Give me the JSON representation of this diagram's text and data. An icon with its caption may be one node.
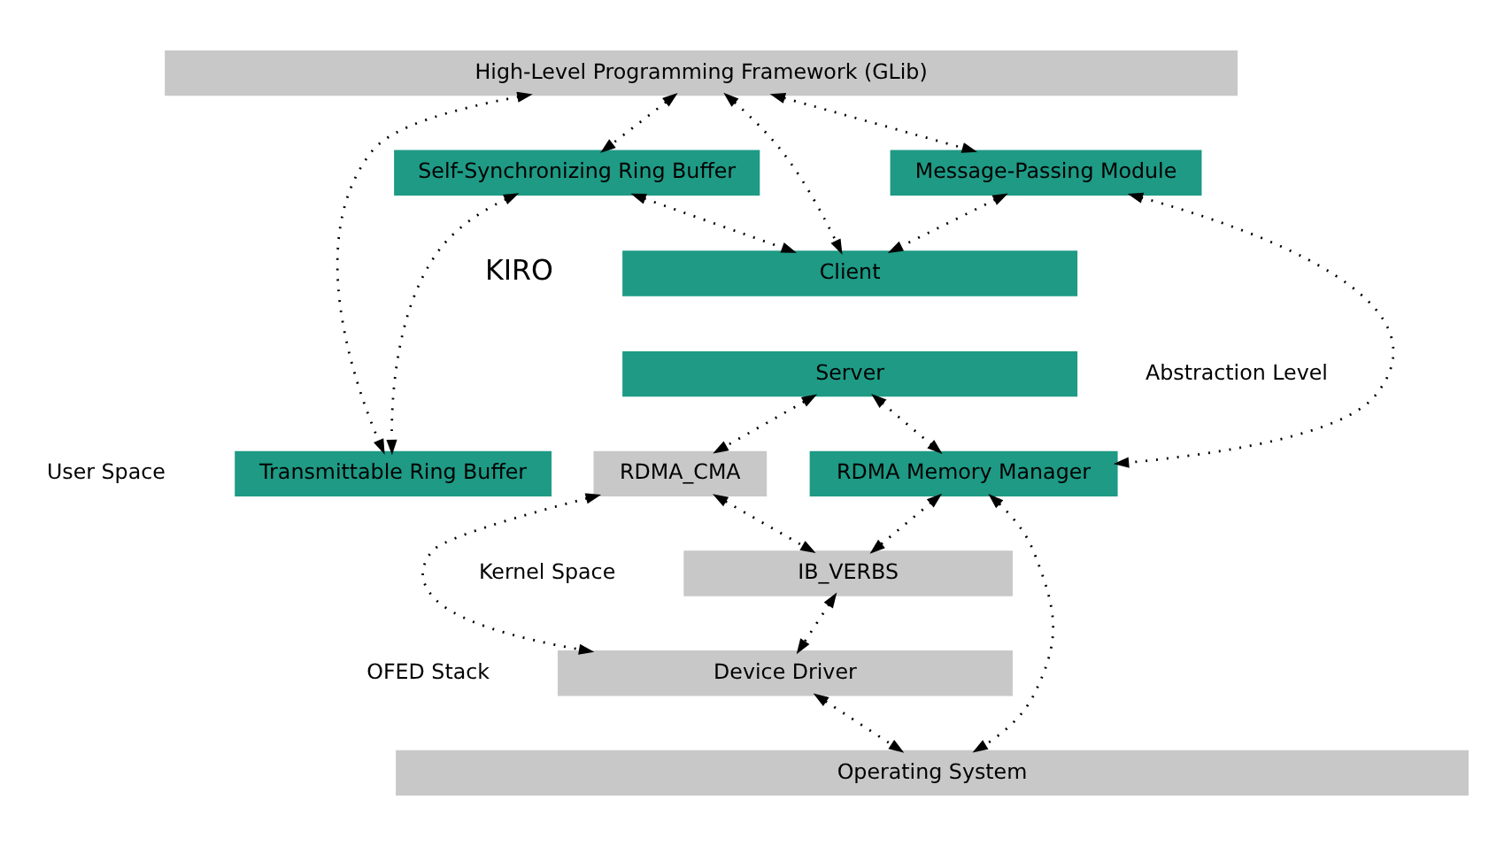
{
  "diagram": {
    "nodes": [
      {
        "text": [
          "High-Level Programming Framework (GLib)"
        ]
      },
      {
        "text": [
          "Self-Synchronizing Ring Buffer"
        ]
      },
      {
        "text": [
          "Message-Passing Module"
        ]
      },
      {
        "text": [
          "Client"
        ]
      },
      {
        "text": [
          "Server"
        ]
      },
      {
        "text": [
          "Transmittable Ring Buffer"
        ]
      },
      {
        "text": [
          "RDMA_CMA"
        ]
      },
      {
        "text": [
          "RDMA Memory Manager"
        ]
      },
      {
        "text": [
          "IB_VERBS"
        ]
      },
      {
        "text": [
          "Device Driver"
        ]
      },
      {
        "text": [
          "Operating System"
        ]
      }
    ],
    "edges": [
      {
        "from": 0,
        "to": 5,
        "arrow": "both",
        "style": "dashed"
      },
      {
        "from": 0,
        "to": 1,
        "arrow": "both",
        "style": "dashed"
      },
      {
        "from": 1,
        "to": 5,
        "arrow": "both",
        "style": "dashed"
      },
      {
        "from": 0,
        "to": 3,
        "arrow": "both",
        "style": "dashed"
      },
      {
        "from": 0,
        "to": 2,
        "arrow": "both",
        "style": "dashed"
      },
      {
        "from": 1,
        "to": 3,
        "arrow": "both",
        "style": "dashed"
      },
      {
        "from": 2,
        "to": 3,
        "arrow": "both",
        "style": "dashed"
      },
      {
        "from": 2,
        "to": 7,
        "arrow": "both",
        "style": "dashed"
      },
      {
        "from": 4,
        "to": 6,
        "arrow": "both",
        "style": "dashed"
      },
      {
        "from": 4,
        "to": 7,
        "arrow": "both",
        "style": "dashed"
      },
      {
        "from": 6,
        "to": 9,
        "arrow": "both",
        "style": "dashed"
      },
      {
        "from": 6,
        "to": 8,
        "arrow": "both",
        "style": "dashed"
      },
      {
        "from": 7,
        "to": 8,
        "arrow": "both",
        "style": "dashed"
      },
      {
        "from": 8,
        "to": 9,
        "arrow": "both",
        "style": "dashed"
      },
      {
        "from": 9,
        "to": 10,
        "arrow": "both",
        "style": "dashed"
      },
      {
        "from": 7,
        "to": 10,
        "arrow": "both",
        "style": "dashed"
      }
    ],
    "labels": [
      "KIRO",
      "User Space",
      "Kernel Space",
      "OFED Stack",
      "Abstraction Level"
    ]
  }
}
